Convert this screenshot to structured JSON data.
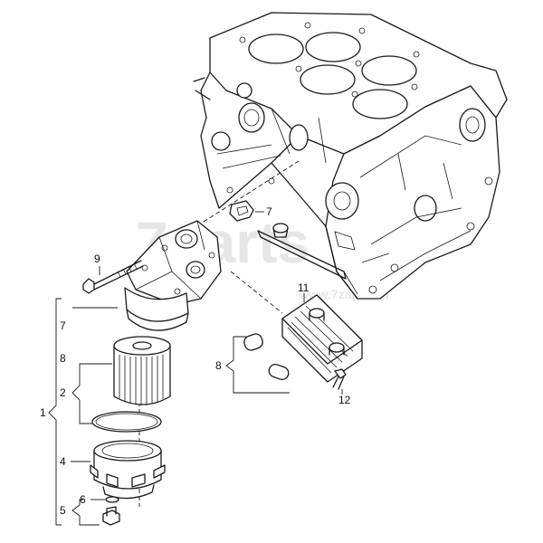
{
  "watermark": {
    "brand": "7parts",
    "sub": "www.7zap.com"
  },
  "callouts": {
    "c1": "1",
    "c2": "2",
    "c4": "4",
    "c5": "5",
    "c6": "6",
    "c7a": "7",
    "c7b": "7",
    "c8a": "8",
    "c8b": "8",
    "c9": "9",
    "c11": "11",
    "c12": "12"
  },
  "colors": {
    "line": "#1a1a1a",
    "background": "#ffffff",
    "watermark": "#e6e6e6"
  }
}
